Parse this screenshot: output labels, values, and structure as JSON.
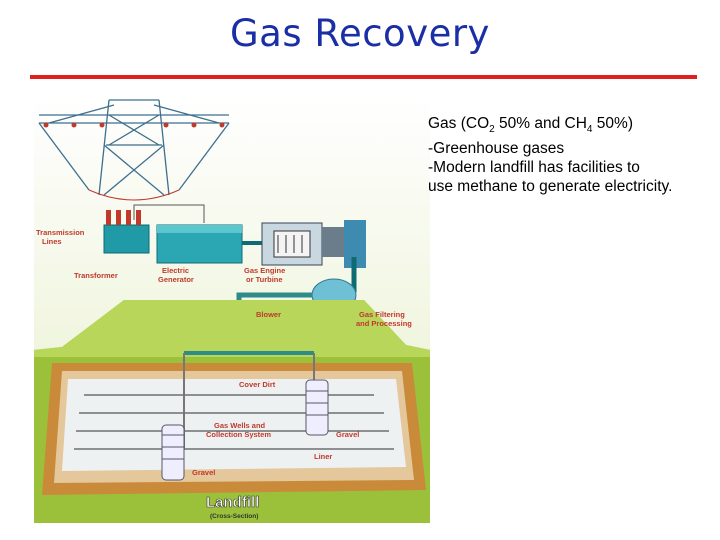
{
  "slide": {
    "title": "Gas Recovery",
    "colors": {
      "title": "#1a2ea6",
      "rule": "#e0201c",
      "landfill_green": "#9bc13a",
      "earth": "#c98a3a"
    }
  },
  "text": {
    "line1": {
      "pre": "Gas (CO",
      "sub1": "2",
      "mid": " 50% and CH",
      "sub2": "4",
      "post": " 50%)"
    },
    "line2": "-Greenhouse gases",
    "line3": "-Modern landfill has facilities to",
    "line4": "use methane to generate electricity."
  },
  "diagram": {
    "labels": {
      "transmission_lines": [
        "Transmission",
        "Lines"
      ],
      "transformer": "Transformer",
      "electric_generator": [
        "Electric",
        "Generator"
      ],
      "gas_engine": [
        "Gas Engine",
        "or Turbine"
      ],
      "blower": "Blower",
      "gas_filtering": [
        "Gas Filtering",
        "and Processing"
      ],
      "cover_dirt": "Cover Dirt",
      "gas_wells": [
        "Gas Wells and",
        "Collection System"
      ],
      "gravel_right": "Gravel",
      "liner": "Liner",
      "gravel_bottom": "Gravel",
      "landfill": "Landfill",
      "cross_section": "(Cross-Section)"
    }
  }
}
